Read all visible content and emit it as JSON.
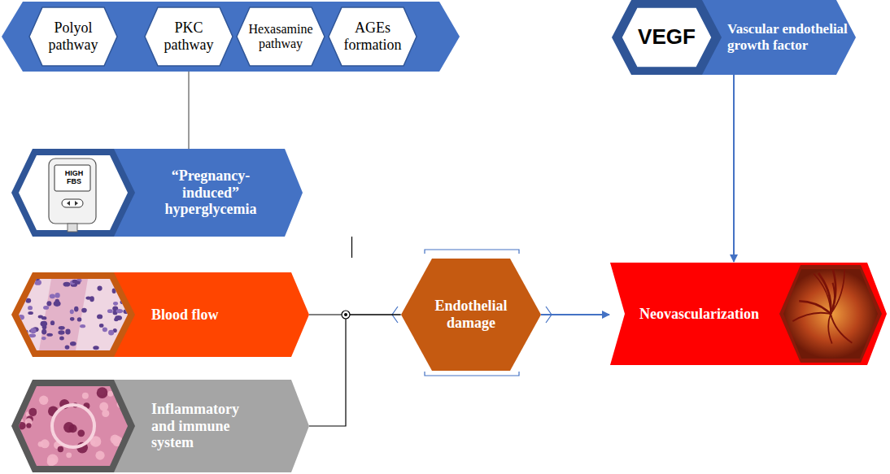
{
  "diagram": {
    "nodes": [
      {
        "text": [
          "Polyol pathway"
        ]
      },
      {
        "text": [
          "PKC pathway"
        ]
      },
      {
        "text": [
          "Hexasamine pathway"
        ]
      },
      {
        "text": [
          "AGEs formation"
        ]
      },
      {
        "text": [
          "VEGF",
          "Vascular endothelial growth factor"
        ]
      },
      {
        "text": [
          "“Pregnancy-induced” hyperglycemia"
        ]
      },
      {
        "text": [
          "Blood flow"
        ]
      },
      {
        "text": [
          "Inflammatory and immune system"
        ]
      },
      {
        "text": [
          "Endothelial damage"
        ]
      },
      {
        "text": [
          "Neovascularization"
        ]
      }
    ],
    "edges": [
      {
        "from": 5,
        "to": 8,
        "arrow": "none"
      },
      {
        "from": 6,
        "to": 8,
        "arrow": "none"
      },
      {
        "from": 7,
        "to": 8,
        "arrow": "none"
      },
      {
        "from": 8,
        "to": 9,
        "arrow": "to"
      },
      {
        "from": 4,
        "to": 9,
        "arrow": "to"
      }
    ],
    "labels": [
      "HIGH FBS"
    ]
  }
}
